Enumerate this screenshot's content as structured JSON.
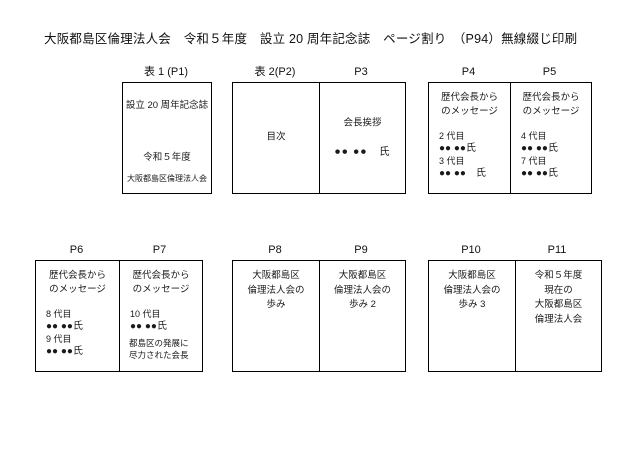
{
  "document": {
    "title": "大阪都島区倫理法人会　令和５年度　設立 20 周年記念誌　ページ割り　（P94）無線綴じ印刷"
  },
  "rows": [
    {
      "name": "row-1",
      "spreads": [
        {
          "name": "spread-cover",
          "labels": [
            "表 1 (P1)"
          ],
          "pages": [
            {
              "label": "表 1 (P1)",
              "kind": "cover",
              "lines_top": [
                "設立 20 周年記念誌"
              ],
              "lines_mid": [
                "令和５年度"
              ],
              "lines_bottom": [
                "大阪都島区倫理法人会"
              ]
            }
          ]
        },
        {
          "name": "spread-p2-p3",
          "labels": [
            "表 2(P2)",
            "P3"
          ],
          "pages": [
            {
              "label": "表 2(P2)",
              "kind": "center",
              "lines": [
                "目次"
              ]
            },
            {
              "label": "P3",
              "kind": "greeting",
              "heading": "会長挨拶",
              "name_line": "●● ●●　氏"
            }
          ]
        },
        {
          "name": "spread-p4-p5",
          "labels": [
            "P4",
            "P5"
          ],
          "pages": [
            {
              "label": "P4",
              "kind": "message",
              "heading": [
                "歴代会長から",
                "のメッセージ"
              ],
              "entries": [
                {
                  "gen": "2 代目",
                  "name": "●● ●●氏"
                },
                {
                  "gen": "3 代目",
                  "name": "●● ●●　氏"
                }
              ]
            },
            {
              "label": "P5",
              "kind": "message",
              "heading": [
                "歴代会長から",
                "のメッセージ"
              ],
              "entries": [
                {
                  "gen": "4 代目",
                  "name": "●● ●●氏"
                },
                {
                  "gen": "7 代目",
                  "name": "●● ●●氏"
                }
              ]
            }
          ]
        }
      ]
    },
    {
      "name": "row-2",
      "spreads": [
        {
          "name": "spread-p6-p7",
          "labels": [
            "P6",
            "P7"
          ],
          "pages": [
            {
              "label": "P6",
              "kind": "message",
              "heading": [
                "歴代会長から",
                "のメッセージ"
              ],
              "entries": [
                {
                  "gen": "8 代目",
                  "name": "●● ●●氏"
                },
                {
                  "gen": "9 代目",
                  "name": "●● ●●氏"
                }
              ]
            },
            {
              "label": "P7",
              "kind": "message",
              "heading": [
                "歴代会長から",
                "のメッセージ"
              ],
              "entries": [
                {
                  "gen": "10 代目",
                  "name": "●● ●●氏"
                }
              ],
              "note": [
                "都島区の発展に",
                "尽力された会長"
              ]
            }
          ]
        },
        {
          "name": "spread-p8-p9",
          "labels": [
            "P8",
            "P9"
          ],
          "pages": [
            {
              "label": "P8",
              "kind": "top",
              "lines": [
                "大阪都島区",
                "倫理法人会の",
                "歩み"
              ]
            },
            {
              "label": "P9",
              "kind": "top",
              "lines": [
                "大阪都島区",
                "倫理法人会の",
                "歩み 2"
              ]
            }
          ]
        },
        {
          "name": "spread-p10-p11",
          "labels": [
            "P10",
            "P11"
          ],
          "pages": [
            {
              "label": "P10",
              "kind": "top",
              "lines": [
                "大阪都島区",
                "倫理法人会の",
                "歩み 3"
              ]
            },
            {
              "label": "P11",
              "kind": "top",
              "lines": [
                "令和５年度",
                "現在の",
                "大阪都島区",
                "倫理法人会"
              ]
            }
          ]
        }
      ]
    }
  ]
}
